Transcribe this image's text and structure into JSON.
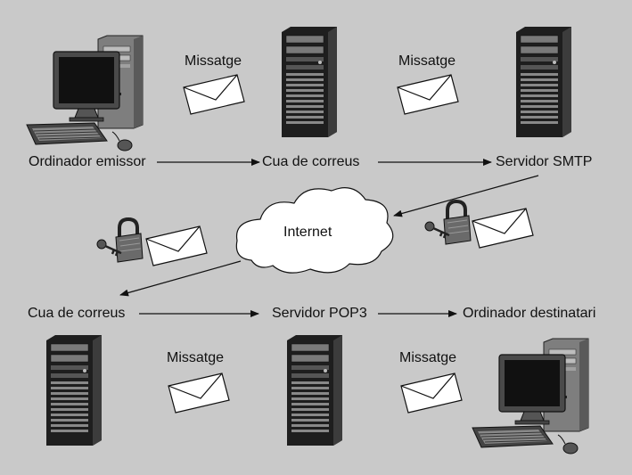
{
  "row1": {
    "sender": "Ordinador emissor",
    "queue": "Cua de correus",
    "server": "Servidor SMTP",
    "message_left": "Missatge",
    "message_right": "Missatge"
  },
  "internet": "Internet",
  "row2": {
    "queue": "Cua de correus",
    "server": "Servidor POP3",
    "receiver": "Ordinador destinatari",
    "message_left": "Missatge",
    "message_right": "Missatge"
  },
  "colors": {
    "background": "#c9c9c9",
    "tower": "#2a2a2a",
    "envelope": "#ffffff",
    "arrow": "#111111"
  }
}
